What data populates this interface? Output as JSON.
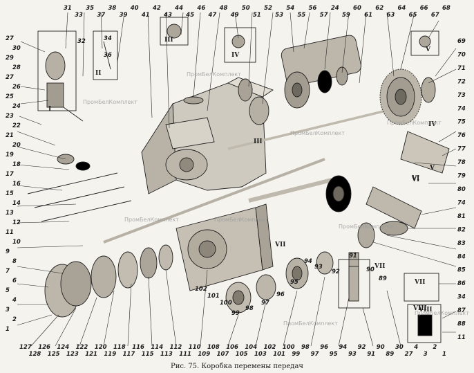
{
  "caption": "Рис. 75. Коробка перемены передач",
  "watermark": "ПромБелКомплект",
  "roman_marks": [
    "I",
    "II",
    "III",
    "IV",
    "V",
    "VI",
    "VII",
    "VIII",
    "IV",
    "V",
    "VI",
    "VII",
    "VIII",
    "III",
    "VII"
  ],
  "top_labels": [
    "31",
    "33",
    "35",
    "37",
    "38",
    "39",
    "40",
    "41",
    "42",
    "43",
    "44",
    "45",
    "46",
    "47",
    "48",
    "49",
    "50",
    "51",
    "52",
    "53",
    "54",
    "55",
    "56",
    "57",
    "24",
    "59",
    "60",
    "61",
    "62",
    "63",
    "64",
    "65",
    "66",
    "67",
    "68"
  ],
  "left_labels": [
    "27",
    "30",
    "29",
    "28",
    "27",
    "26",
    "25",
    "24",
    "23",
    "22",
    "21",
    "20",
    "19",
    "18",
    "17",
    "16",
    "15",
    "14",
    "13",
    "12",
    "11",
    "10",
    "9",
    "8",
    "7",
    "6",
    "5",
    "4",
    "3",
    "2",
    "1"
  ],
  "right_labels": [
    "69",
    "70",
    "71",
    "72",
    "73",
    "74",
    "75",
    "76",
    "77",
    "78",
    "79",
    "80",
    "74",
    "81",
    "82",
    "83",
    "84",
    "85",
    "86",
    "34",
    "87",
    "88",
    "11"
  ],
  "bottom_labels": [
    "127",
    "128",
    "126",
    "125",
    "124",
    "123",
    "122",
    "121",
    "120",
    "119",
    "118",
    "117",
    "116",
    "115",
    "114",
    "113",
    "112",
    "111",
    "110",
    "109",
    "108",
    "107",
    "106",
    "105",
    "104",
    "103",
    "102",
    "101",
    "100",
    "99",
    "98",
    "97",
    "96",
    "95",
    "94",
    "93",
    "92",
    "91",
    "90",
    "89",
    "30",
    "27",
    "4",
    "3",
    "2",
    "1"
  ],
  "inner_labels": [
    "32",
    "34",
    "36",
    "89",
    "90",
    "91",
    "92",
    "93",
    "94",
    "95",
    "96",
    "97",
    "98",
    "99",
    "100",
    "101",
    "102"
  ]
}
